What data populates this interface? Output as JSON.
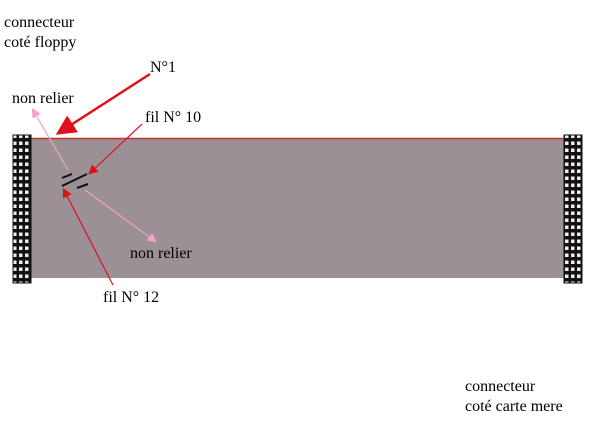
{
  "labels": {
    "floppy_connector": [
      "connecteur",
      "coté floppy"
    ],
    "pin1": "N°1",
    "no_connect_top": "non relier",
    "wire10": "fil N° 10",
    "no_connect_bottom": "non relier",
    "wire12": "fil N° 12",
    "motherboard_connector": [
      "connecteur",
      "coté carte mere"
    ]
  },
  "colors": {
    "cable": "#9a9095",
    "red_arrow": "#e0101a",
    "pink_arrow": "#f4a0c8",
    "pin1_edge": "#c83030"
  }
}
